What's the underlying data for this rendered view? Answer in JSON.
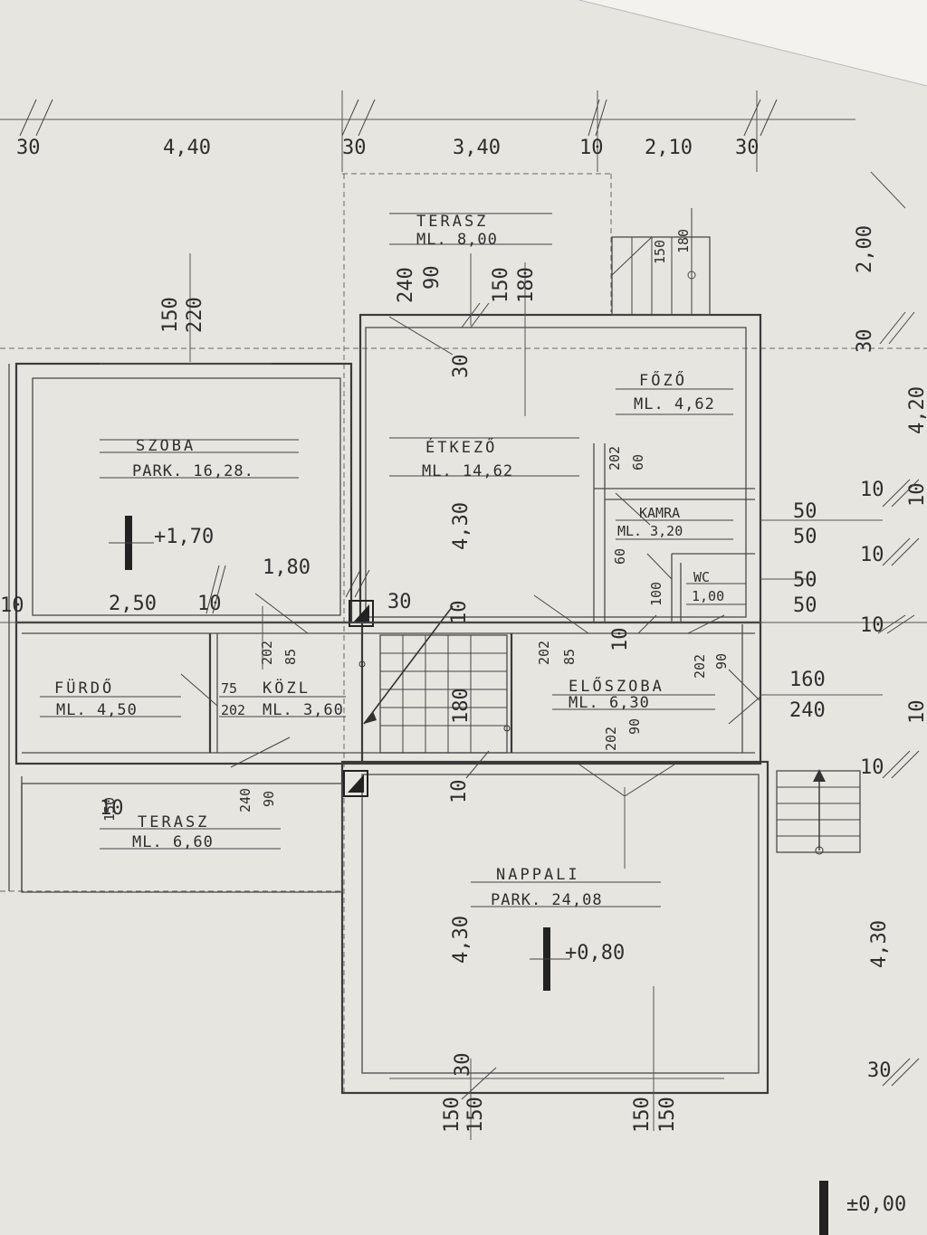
{
  "top_dimensions": [
    {
      "id": "d1",
      "text": "30"
    },
    {
      "id": "d2",
      "text": "4,40"
    },
    {
      "id": "d3",
      "text": "30"
    },
    {
      "id": "d4",
      "text": "3,40"
    },
    {
      "id": "d5",
      "text": "10"
    },
    {
      "id": "d6",
      "text": "2,10"
    },
    {
      "id": "d7",
      "text": "30"
    }
  ],
  "rooms": {
    "szoba": {
      "name": "SZOBA",
      "area": "PARK. 16,28."
    },
    "etkezo": {
      "name": "ÉTKEZŐ",
      "area": "ML. 14,62"
    },
    "terasz_top": {
      "name": "TERASZ",
      "area": "ML. 8,00"
    },
    "fozo": {
      "name": "FŐZŐ",
      "area": "ML. 4,62"
    },
    "kamra": {
      "name": "KAMRA",
      "area": "ML. 3,20"
    },
    "wc": {
      "name": "WC",
      "area": "1,00"
    },
    "furdo": {
      "name": "FÜRDŐ",
      "area": "ML. 4,50"
    },
    "kozl": {
      "name": "KÖZL",
      "area": "ML. 3,60"
    },
    "eloszoba": {
      "name": "ELŐSZOBA",
      "area": "ML. 6,30"
    },
    "terasz_bottom": {
      "name": "TERASZ",
      "area": "ML. 6,60"
    },
    "nappali": {
      "name": "NAPPALI",
      "area": "PARK. 24,08"
    }
  },
  "levels": {
    "szoba_level": "+1,70",
    "nappali_level": "+0,80",
    "ground_level": "±0,00"
  },
  "inner_dimensions": {
    "szoba_w1": "150",
    "szoba_w2": "220",
    "etk_h": "4,30",
    "nap_h": "4,30",
    "r_2_50": "2,50",
    "r_10a": "10",
    "r_1_80": "1,80",
    "r_30a": "30",
    "r_30b": "30",
    "stair_180": "180",
    "terasz_240": "240",
    "terasz_90": "90",
    "terasz_150": "150",
    "terasz_180": "180",
    "door_202a": "202",
    "door_85a": "85",
    "door_75": "75",
    "door_202b": "202",
    "door_202c": "202",
    "door_85b": "85",
    "door_202d": "202",
    "door_90": "90",
    "door_202e": "202",
    "door_90b": "90",
    "kamra_202": "202",
    "kamra_60": "60",
    "kamra_100": "100",
    "kamra_60b": "60",
    "eloszoba_160": "160",
    "eloszoba_240": "240",
    "right_2_00": "2,00",
    "right_30": "30",
    "right_4_20": "4,20",
    "right_50a": "50",
    "right_50b": "50",
    "right_50c": "50",
    "right_50d": "50",
    "right_4_30": "4,30",
    "right_10a": "10",
    "right_10b": "10",
    "right_10c": "10",
    "right_10d": "10",
    "right_30b": "30",
    "stair_top_150": "150",
    "stair_top_180": "180",
    "bottom_150a": "150",
    "bottom_150b": "150",
    "bottom_150c": "150",
    "bottom_150d": "150",
    "ter_b_150": "150",
    "ter_b_240": "240",
    "ter_b_90": "90",
    "left_10": "10",
    "left_10b": "10",
    "c_10a": "10",
    "c_10b": "10",
    "c_10c": "10",
    "c_10d": "10",
    "c_10e": "10",
    "c_30": "30"
  }
}
